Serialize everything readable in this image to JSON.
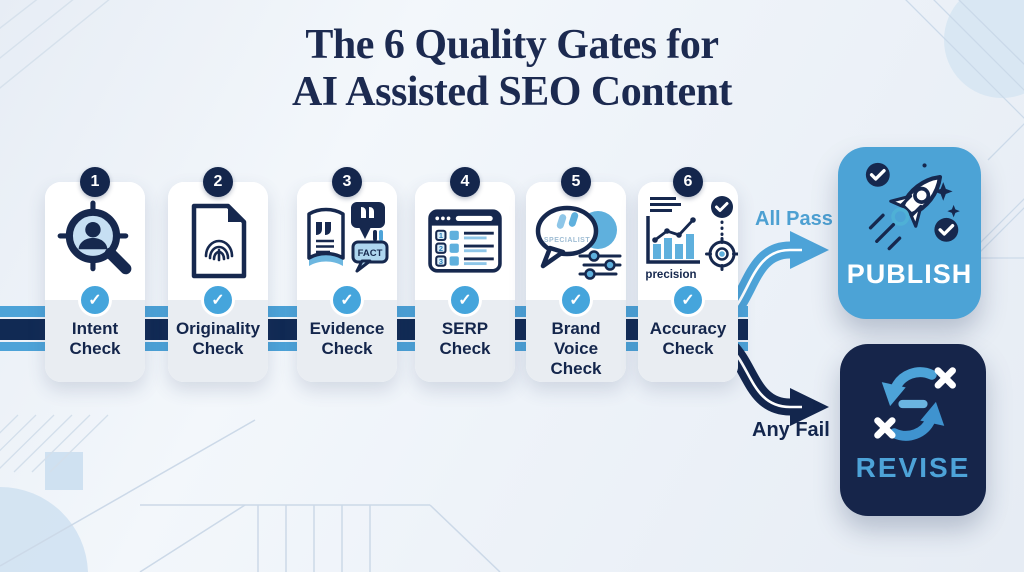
{
  "title": {
    "line1": "The 6 Quality Gates for",
    "line2": "AI Assisted SEO Content"
  },
  "icons": {
    "check_glyph": "✓"
  },
  "gates": [
    {
      "number": "1",
      "label": "Intent Check",
      "icon": "intent-target-magnifier-icon"
    },
    {
      "number": "2",
      "label": "Originality Check",
      "icon": "fingerprint-document-icon"
    },
    {
      "number": "3",
      "label": "Evidence Check",
      "icon": "book-quote-fact-icon",
      "fact_label": "FACT"
    },
    {
      "number": "4",
      "label": "SERP Check",
      "icon": "serp-results-browser-icon",
      "list_numbers": [
        "1",
        "2",
        "3"
      ]
    },
    {
      "number": "5",
      "label": "Brand Voice Check",
      "icon": "speech-bubble-sliders-icon",
      "bubble_text": "SPECIALIST"
    },
    {
      "number": "6",
      "label": "Accuracy Check",
      "icon": "chart-precision-target-icon",
      "precision_label": "precision"
    }
  ],
  "flow": {
    "pass_condition": "All Pass",
    "fail_condition": "Any Fail"
  },
  "outcomes": {
    "publish": {
      "label": "PUBLISH",
      "icon": "rocket-icon"
    },
    "revise": {
      "label": "REVISE",
      "icon": "revise-cycle-icon"
    }
  },
  "colors": {
    "navy": "#16284E",
    "accent_blue": "#4DA3D8",
    "band_navy": "#112A54",
    "publish_bg": "#4CA3D6",
    "revise_bg": "#16254A",
    "card_bottom": "#E9EDF2"
  }
}
